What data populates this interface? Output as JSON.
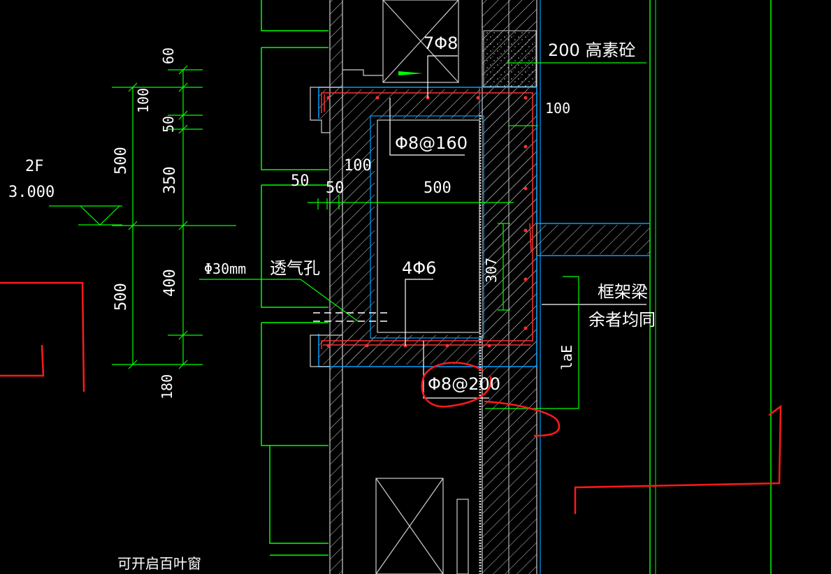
{
  "labels": {
    "rebar_top": "7Φ8",
    "concrete": "200 高素砼",
    "dim_100_right": "100",
    "stirrup_160": "Φ8@160",
    "dim_100_left": "100",
    "dim_50_a": "50",
    "dim_50_b": "50",
    "dim_500_h": "500",
    "rebar_inner": "4Φ6",
    "dim_307": "307",
    "vent_size": "Φ30mm",
    "vent_label": "透气孔",
    "frame_beam": "框架梁",
    "others_same": "余者均同",
    "stirrup_200": "Φ8@200",
    "lae": "laE",
    "floor_name": "2F",
    "floor_elev": "3.000",
    "louver": "可开启百叶窗"
  },
  "dims_left": {
    "d60": "60",
    "d100": "100",
    "d50": "50",
    "d500_top": "500",
    "d350": "350",
    "d500_bot": "500",
    "d400": "400",
    "d180": "180"
  },
  "colors": {
    "background": "#000000",
    "structure": "#00ff00",
    "section_outline": "#00a0ff",
    "rebar": "#ff3030",
    "markup": "#ff1a1a",
    "text": "#ffffff"
  }
}
